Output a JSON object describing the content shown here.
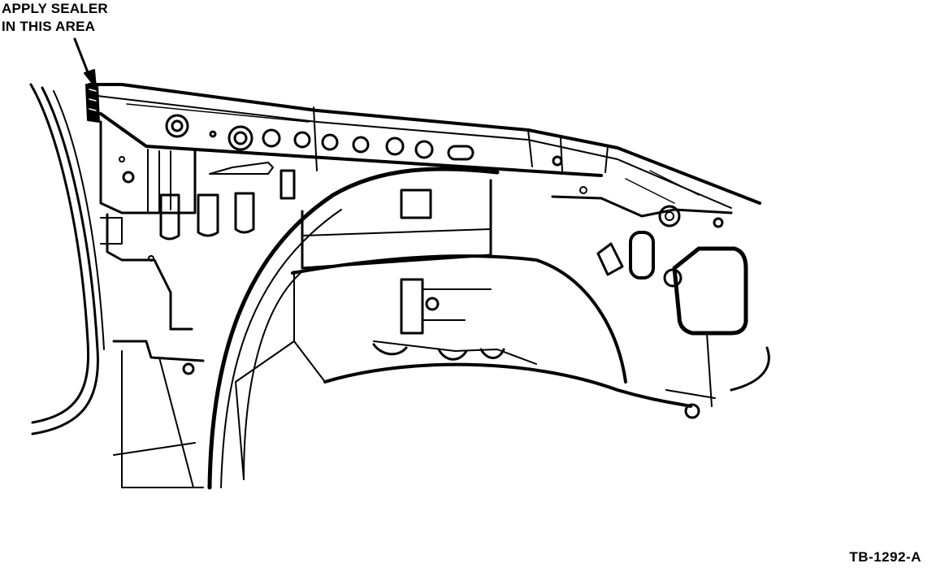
{
  "callout": {
    "line1": "APPLY SEALER",
    "line2": "IN THIS AREA"
  },
  "figure_id": "TB-1292-A",
  "colors": {
    "ink": "#000000",
    "paper": "#ffffff"
  }
}
